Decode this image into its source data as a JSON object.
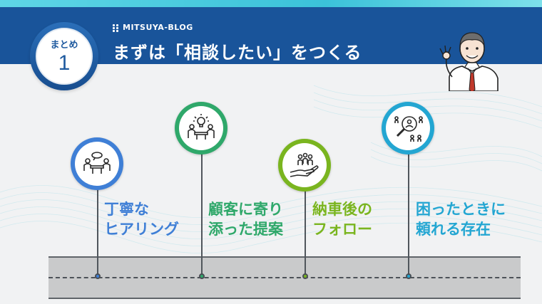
{
  "header": {
    "brand": "MITSUYA-BLOG",
    "title": "まずは「相談したい」をつくる"
  },
  "badge": {
    "label": "まとめ",
    "number": "1"
  },
  "milestones": [
    {
      "icon": "meeting-table-icon",
      "color": "#3f7fd6",
      "line1": "丁寧な",
      "line2": "ヒアリング"
    },
    {
      "icon": "idea-discussion-icon",
      "color": "#2fa86a",
      "line1": "顧客に寄り",
      "line2": "添った提案"
    },
    {
      "icon": "hand-people-icon",
      "color": "#7ab51f",
      "line1": "納車後の",
      "line2": "フォロー"
    },
    {
      "icon": "search-people-icon",
      "color": "#23a6d2",
      "line1": "困ったときに",
      "line2": "頼れる存在"
    }
  ],
  "colors": {
    "header": "#19549a",
    "accent": "#5fd6e6",
    "road": "#c9cacb"
  }
}
